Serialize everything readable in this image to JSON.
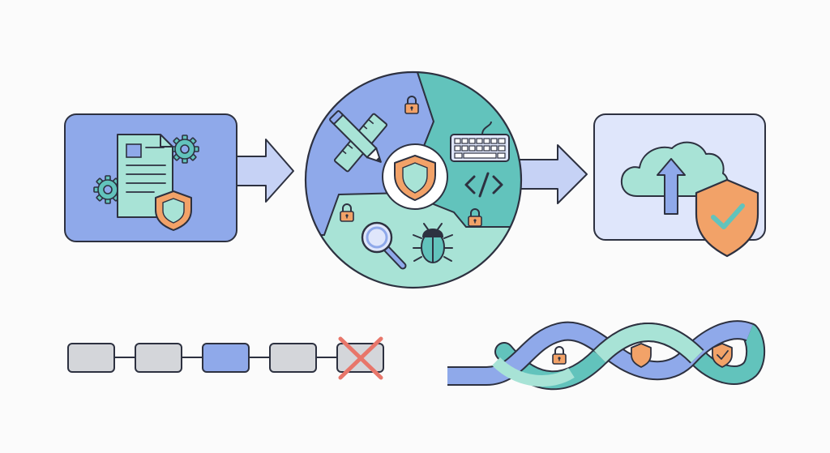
{
  "colors": {
    "background": "#fbfbfb",
    "outline": "#2d3140",
    "blue": "#8fa9ea",
    "light_blue": "#c6d2f5",
    "pale_blue": "#dfe6fb",
    "teal": "#62c3bc",
    "mint": "#a8e3d6",
    "orange": "#f2a268",
    "grey": "#d4d6da",
    "red": "#e8766a",
    "white": "#ffffff"
  },
  "stages": {
    "plan": {
      "icons": [
        "document-icon",
        "gear-icon",
        "shield-icon"
      ]
    },
    "develop_test": {
      "segments": [
        "design",
        "code",
        "test"
      ],
      "icons": [
        "pencil-icon",
        "ruler-icon",
        "lock-icon",
        "keyboard-icon",
        "code-icon",
        "magnifier-icon",
        "bug-icon",
        "shield-icon"
      ]
    },
    "deploy": {
      "icons": [
        "cloud-icon",
        "upload-arrow-icon",
        "shield-check-icon"
      ]
    }
  },
  "pipeline": {
    "steps": [
      "step",
      "step",
      "step",
      "step",
      "failed-step"
    ]
  },
  "secure_stream": {
    "badges": [
      "lock-icon",
      "shield-icon",
      "shield-check-icon"
    ]
  }
}
